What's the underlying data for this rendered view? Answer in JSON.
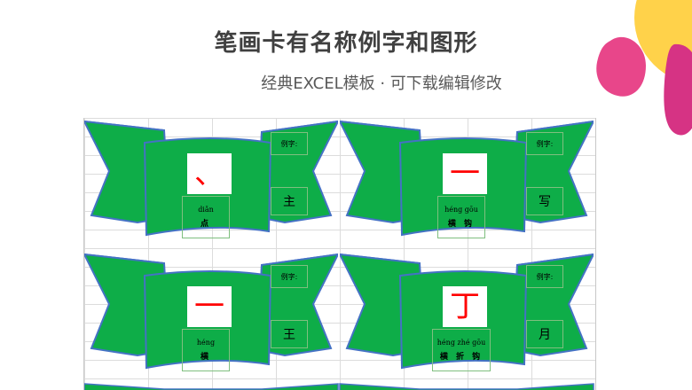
{
  "header": {
    "title": "笔画卡有名称例字和图形",
    "subtitle": "经典EXCEL模板 · 可下载编辑修改"
  },
  "colors": {
    "banner_fill": "#0ead48",
    "banner_stroke": "#4472c4",
    "stroke_red": "#ff0000",
    "deco_yellow": "#ffd24a",
    "deco_pink": "#e8468a",
    "deco_magenta": "#d63384"
  },
  "cards": [
    {
      "stroke": "、",
      "pinyin": "diǎn",
      "name": "点",
      "example_label": "例字:",
      "example": "主"
    },
    {
      "stroke": "一",
      "pinyin": "héng gōu",
      "name": "横 钩",
      "example_label": "例字:",
      "example": "写"
    },
    {
      "stroke": "一",
      "pinyin": "héng",
      "name": "横",
      "example_label": "例字:",
      "example": "王"
    },
    {
      "stroke": "丁",
      "pinyin": "héng zhé gōu",
      "name": "横 折 钩",
      "example_label": "例字:",
      "example": "月"
    }
  ]
}
